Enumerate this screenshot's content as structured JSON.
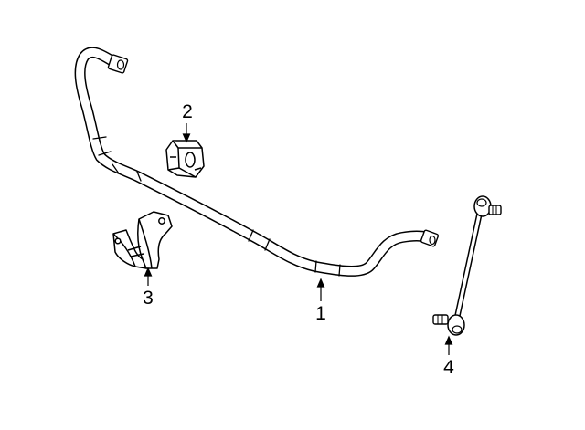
{
  "callouts": {
    "part_1": "1",
    "part_2": "2",
    "part_3": "3",
    "part_4": "4"
  },
  "colors": {
    "line": "#000000",
    "fill": "#ffffff"
  }
}
